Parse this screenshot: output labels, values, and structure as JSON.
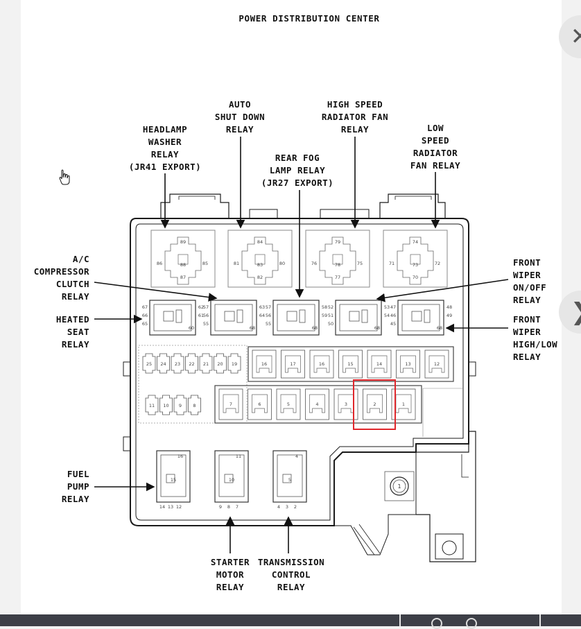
{
  "title": "POWER DISTRIBUTION CENTER",
  "labels": {
    "headlamp": [
      "HEADLAMP",
      "WASHER",
      "RELAY",
      "(JR41 EXPORT)"
    ],
    "asd": [
      "AUTO",
      "SHUT DOWN",
      "RELAY"
    ],
    "rearfog": [
      "REAR FOG",
      "LAMP RELAY",
      "(JR27 EXPORT)"
    ],
    "hsfan": [
      "HIGH SPEED",
      "RADIATOR FAN",
      "RELAY"
    ],
    "lsfan": [
      "LOW",
      "SPEED",
      "RADIATOR",
      "FAN RELAY"
    ],
    "ac": [
      "A/C",
      "COMPRESSOR",
      "CLUTCH",
      "RELAY"
    ],
    "heated": [
      "HEATED",
      "SEAT",
      "RELAY"
    ],
    "wiperonoff": [
      "FRONT",
      "WIPER",
      "ON/OFF",
      "RELAY"
    ],
    "wiperhl": [
      "FRONT",
      "WIPER",
      "HIGH/LOW",
      "RELAY"
    ],
    "fuel": [
      "FUEL",
      "PUMP",
      "RELAY"
    ],
    "starter": [
      "STARTER",
      "MOTOR",
      "RELAY"
    ],
    "trans": [
      "TRANSMISSION",
      "CONTROL",
      "RELAY"
    ]
  },
  "top_relays": [
    {
      "pins": [
        "89",
        "86",
        "88",
        "85",
        "87"
      ]
    },
    {
      "pins": [
        "84",
        "81",
        "83",
        "80",
        "82"
      ]
    },
    {
      "pins": [
        "79",
        "76",
        "78",
        "75",
        "77"
      ]
    },
    {
      "pins": [
        "74",
        "71",
        "73",
        "72",
        "70"
      ]
    }
  ],
  "mid_relays": [
    {
      "pins": [
        "67",
        "66",
        "65",
        "62",
        "61",
        "60",
        "63",
        "64"
      ]
    },
    {
      "pins": [
        "57",
        "56",
        "55",
        "58",
        "59"
      ]
    },
    {
      "pins": [
        "52",
        "51",
        "50",
        "53",
        "54"
      ]
    },
    {
      "pins": [
        "47",
        "46",
        "45",
        "48",
        "49"
      ]
    }
  ],
  "fuse_row_top": [
    "16",
    "17",
    "16",
    "15",
    "14",
    "13",
    "12"
  ],
  "fuse_row_bottom": [
    "7",
    "6",
    "5",
    "4",
    "3",
    "2",
    "1"
  ],
  "mini_fuses_top": [
    "25",
    "24",
    "23",
    "22",
    "21",
    "20",
    "19"
  ],
  "mini_fuses_bottom": [
    "11",
    "10",
    "9",
    "8"
  ],
  "bottom_relays": [
    {
      "top": "16",
      "mid": "15",
      "pins": [
        "14",
        "13",
        "12"
      ]
    },
    {
      "top": "11",
      "mid": "10",
      "pins": [
        "9",
        "8",
        "7"
      ]
    },
    {
      "top": "4",
      "mid": "5",
      "pins": [
        "4",
        "3",
        "2"
      ]
    }
  ],
  "big_fuse": "1",
  "nav": {
    "close": "✕",
    "next": "❯"
  },
  "colors": {
    "highlight": "#e0262b",
    "line": "#1a1a1a",
    "background": "#f2f2f2"
  }
}
